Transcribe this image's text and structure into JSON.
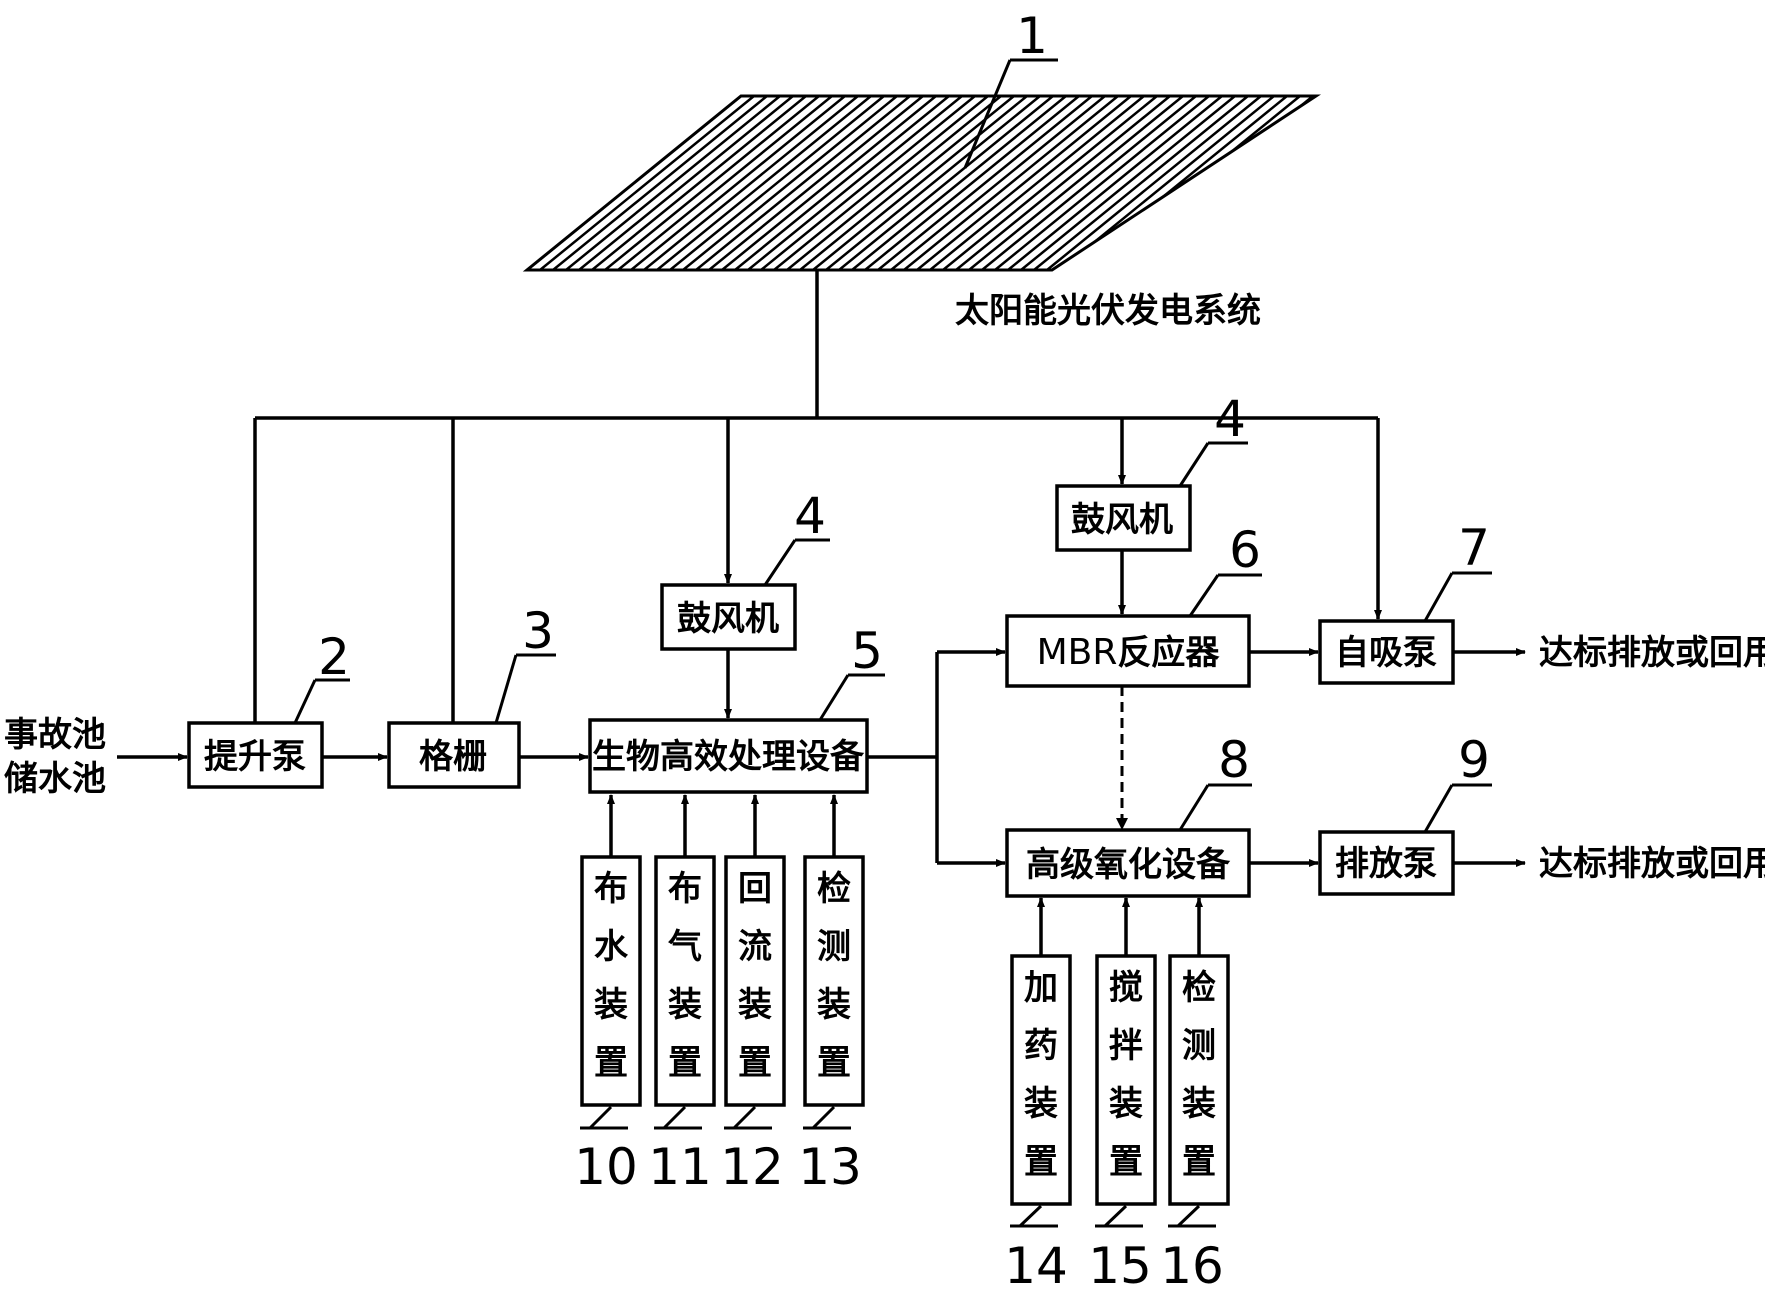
{
  "solar": {
    "number": "1",
    "label": "太阳能光伏发电系统"
  },
  "source": {
    "line1": "事故池",
    "line2": "储水池"
  },
  "boxes": {
    "lift_pump": {
      "number": "2",
      "label": "提升泵"
    },
    "grille": {
      "number": "3",
      "label": "格栅"
    },
    "bio_treatment": {
      "number": "5",
      "label": "生物高效处理设备"
    },
    "blower_left": {
      "number": "4",
      "label": "鼓风机"
    },
    "blower_right": {
      "number": "4",
      "label": "鼓风机"
    },
    "mbr": {
      "number": "6",
      "label_prefix": "MBR",
      "label_suffix": "反应器"
    },
    "self_priming_pump": {
      "number": "7",
      "label": "自吸泵"
    },
    "advanced_oxidation": {
      "number": "8",
      "label": "高级氧化设备"
    },
    "discharge_pump": {
      "number": "9",
      "label": "排放泵"
    }
  },
  "outputs": {
    "top": "达标排放或回用",
    "bottom": "达标排放或回用"
  },
  "bio_devices": [
    {
      "number": "10",
      "chars": [
        "布",
        "水",
        "装",
        "置"
      ]
    },
    {
      "number": "11",
      "chars": [
        "布",
        "气",
        "装",
        "置"
      ]
    },
    {
      "number": "12",
      "chars": [
        "回",
        "流",
        "装",
        "置"
      ]
    },
    {
      "number": "13",
      "chars": [
        "检",
        "测",
        "装",
        "置"
      ]
    }
  ],
  "oxidation_devices": [
    {
      "number": "14",
      "chars": [
        "加",
        "药",
        "装",
        "置"
      ]
    },
    {
      "number": "15",
      "chars": [
        "搅",
        "拌",
        "装",
        "置"
      ]
    },
    {
      "number": "16",
      "chars": [
        "检",
        "测",
        "装",
        "置"
      ]
    }
  ]
}
